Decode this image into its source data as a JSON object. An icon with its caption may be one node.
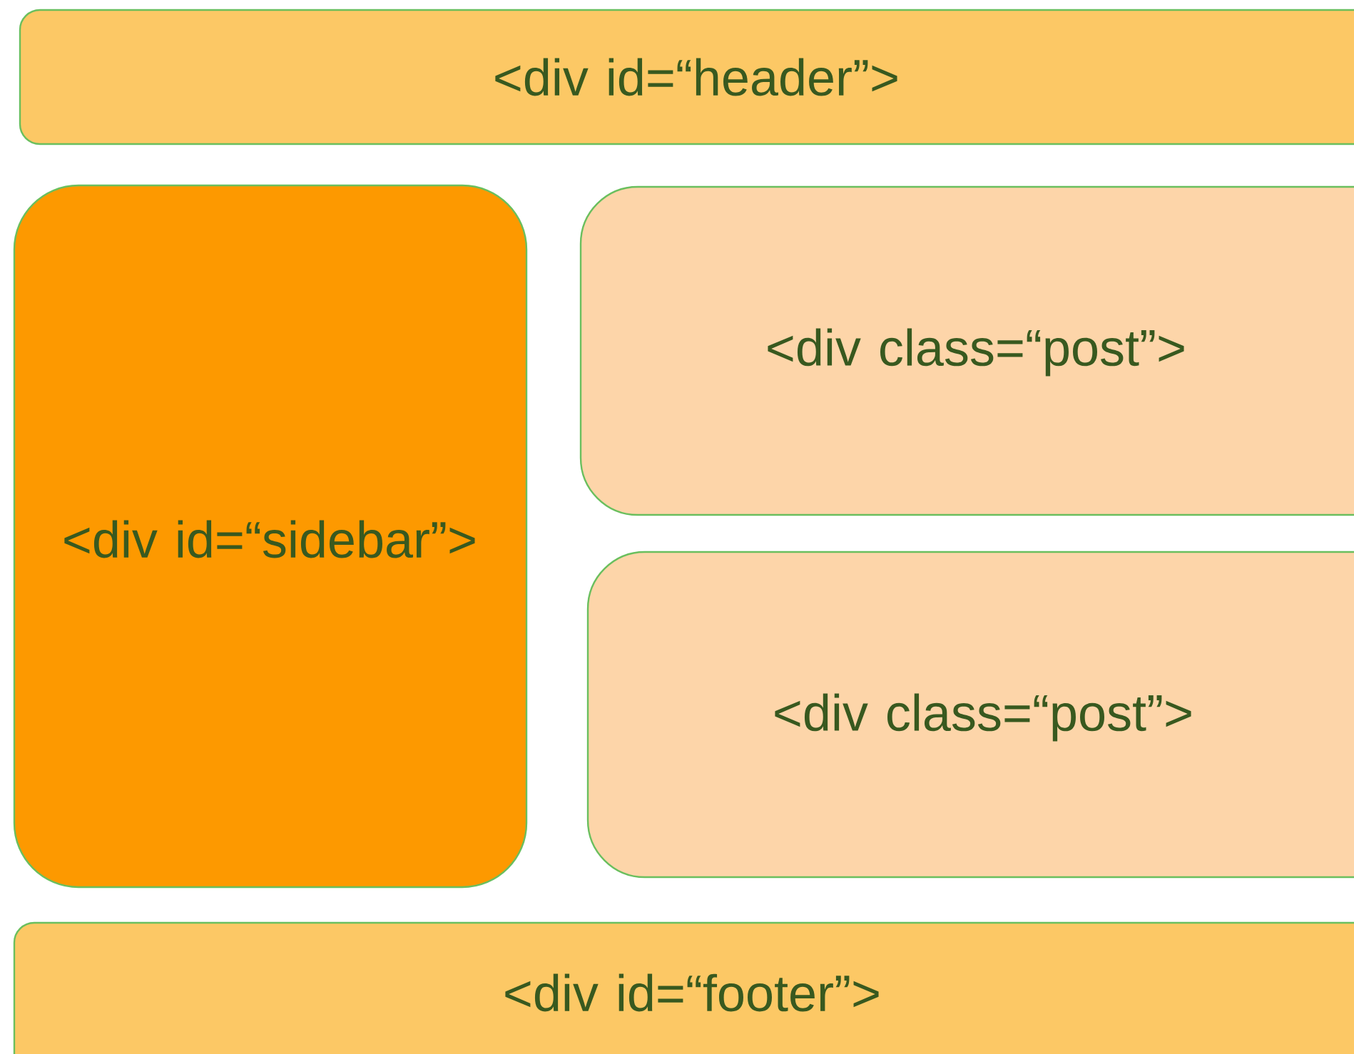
{
  "diagram": {
    "nodes": [
      {
        "text": [
          "<div id=“header”>"
        ]
      },
      {
        "text": [
          "<div id=“sidebar”>"
        ]
      },
      {
        "text": [
          "<div class=“post”>"
        ]
      },
      {
        "text": [
          "<div class=“post”>"
        ]
      },
      {
        "text": [
          "<div id=“footer”>"
        ]
      }
    ]
  }
}
